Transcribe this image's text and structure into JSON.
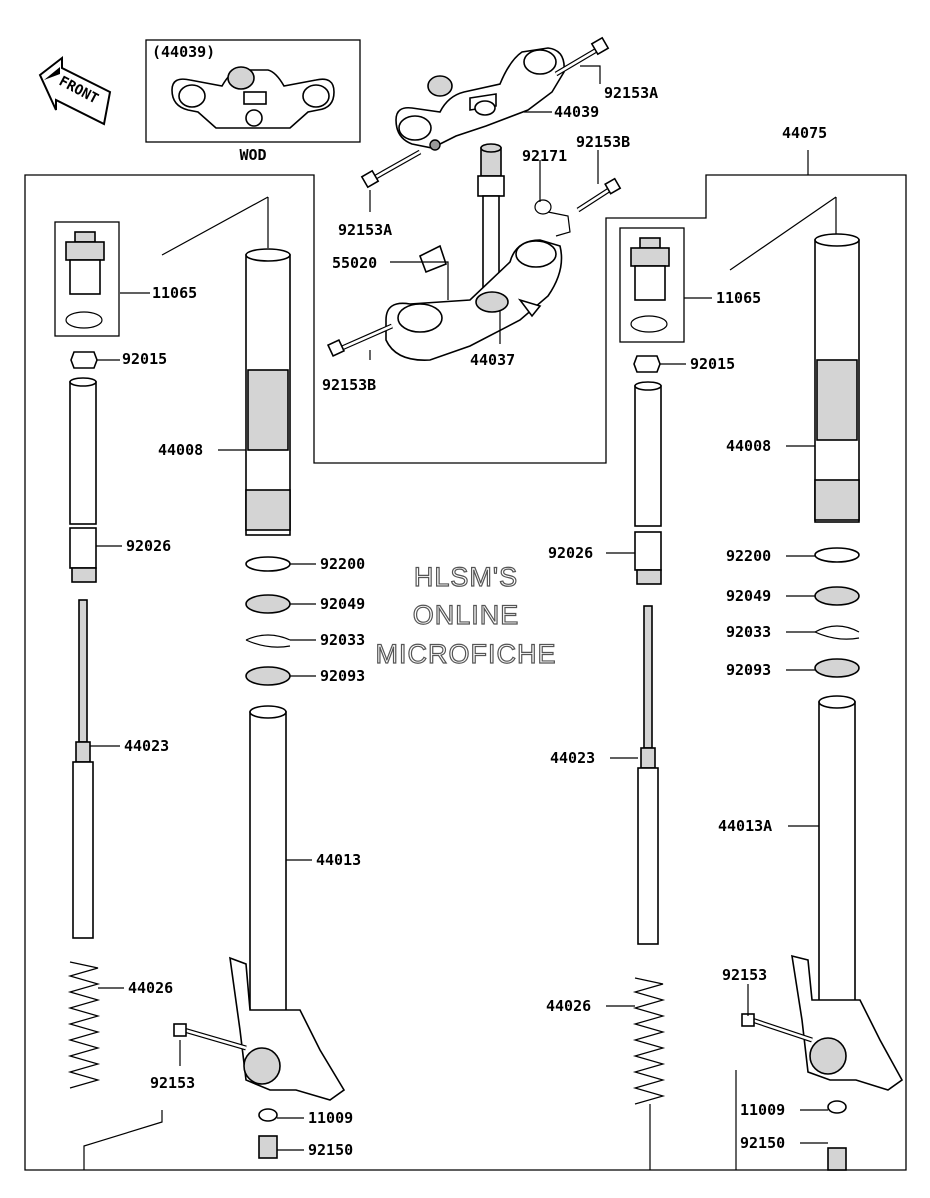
{
  "front_arrow": {
    "label": "FRONT"
  },
  "inset": {
    "part_number": "(44039)",
    "caption": "WOD"
  },
  "watermark": {
    "line1": "HLSM'S",
    "line2": "ONLINE",
    "line3": "MICROFICHE"
  },
  "callouts": {
    "top_bracket_bolt": "92153A",
    "upper_bracket": "44039",
    "right_assembly": "44075",
    "bolt_right": "92153B",
    "clip": "92171",
    "left_upper_bolt": "92153A",
    "label_plate": "55020",
    "stem_bracket": "44037",
    "left_lower_bolt": "92153B",
    "left_cap": "11065",
    "left_nut": "92015",
    "left_outer_tube": "44008",
    "left_collar": "92026",
    "left_washer": "92200",
    "left_oil_seal": "92049",
    "left_circlip": "92033",
    "left_dust_seal": "92093",
    "left_damper": "44023",
    "left_inner_tube": "44013",
    "left_spring": "44026",
    "left_axle_bolt": "92153",
    "left_gasket": "11009",
    "left_bottom_bolt": "92150",
    "right_cap": "11065",
    "right_nut": "92015",
    "right_outer_tube": "44008",
    "right_collar": "92026",
    "right_washer": "92200",
    "right_oil_seal": "92049",
    "right_circlip": "92033",
    "right_dust_seal": "92093",
    "right_damper": "44023",
    "right_inner_tube": "44013A",
    "right_spring": "44026",
    "right_axle_bolt": "92153",
    "right_gasket": "11009",
    "right_bottom_bolt": "92150"
  }
}
